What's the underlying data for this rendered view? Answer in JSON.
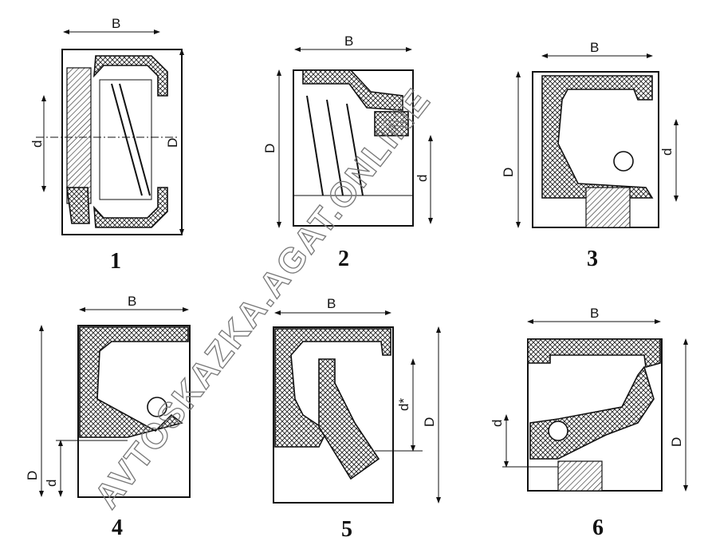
{
  "figures": [
    {
      "number": "1",
      "labels": {
        "width": "B",
        "inner": "d",
        "outer": "D"
      }
    },
    {
      "number": "2",
      "labels": {
        "width": "B",
        "inner": "d",
        "outer": "D"
      }
    },
    {
      "number": "3",
      "labels": {
        "width": "B",
        "inner": "d",
        "outer": "D"
      }
    },
    {
      "number": "4",
      "labels": {
        "width": "B",
        "inner": "d",
        "outer": "D"
      }
    },
    {
      "number": "5",
      "labels": {
        "width": "B",
        "inner": "d*",
        "outer": "D"
      }
    },
    {
      "number": "6",
      "labels": {
        "width": "B",
        "inner": "d",
        "outer": "D"
      }
    }
  ],
  "watermark": "AVTOSKAZKA.AGAT.ONLINE"
}
